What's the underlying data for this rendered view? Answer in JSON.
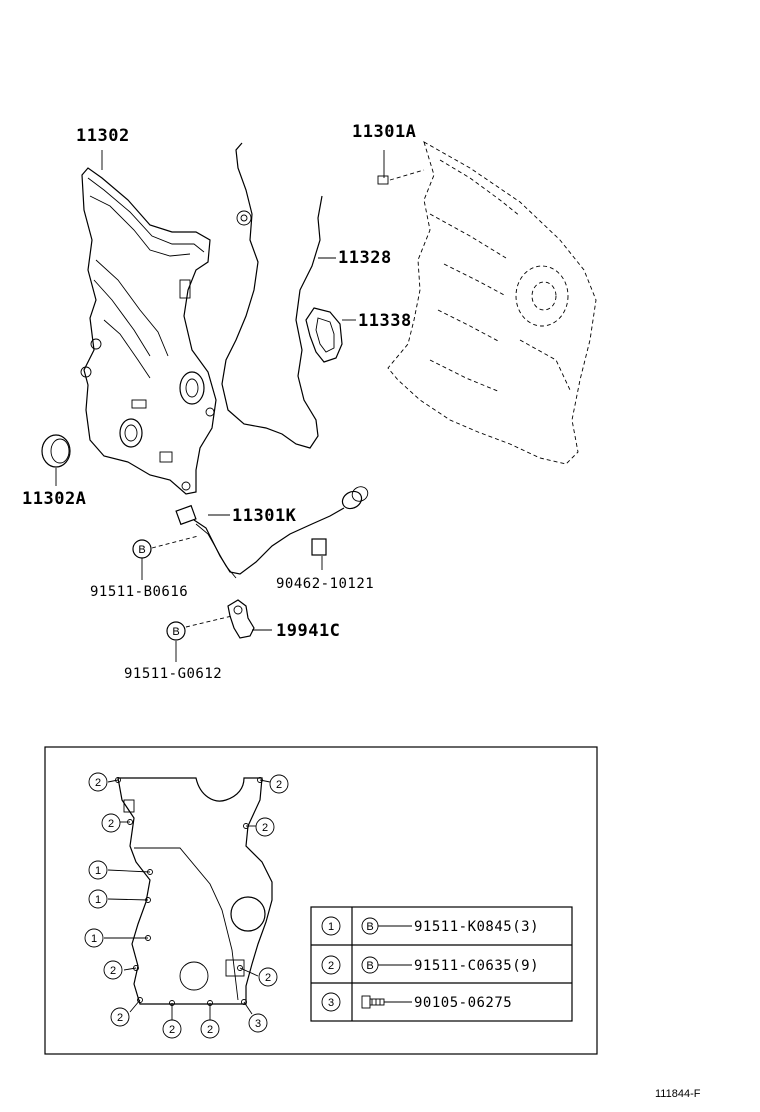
{
  "parts": {
    "p11302": "11302",
    "p11301A": "11301A",
    "p11328": "11328",
    "p11338": "11338",
    "p11302A": "11302A",
    "p11301K": "11301K",
    "p91511B0616": "91511-B0616",
    "p9046210121": "90462-10121",
    "p19941C": "19941C",
    "p91511G0612": "91511-G0612"
  },
  "markers": {
    "bolt_b": "B"
  },
  "legend": {
    "rows": [
      {
        "num": "1",
        "symbol": "B",
        "part": "91511-K0845(3)"
      },
      {
        "num": "2",
        "symbol": "B",
        "part": "91511-C0635(9)"
      },
      {
        "num": "3",
        "symbol": "",
        "part": "90105-06275"
      }
    ]
  },
  "inset_callouts": [
    "2",
    "2",
    "2",
    "2",
    "1",
    "1",
    "1",
    "2",
    "2",
    "2",
    "2",
    "2",
    "3"
  ],
  "reference": "111844-F"
}
